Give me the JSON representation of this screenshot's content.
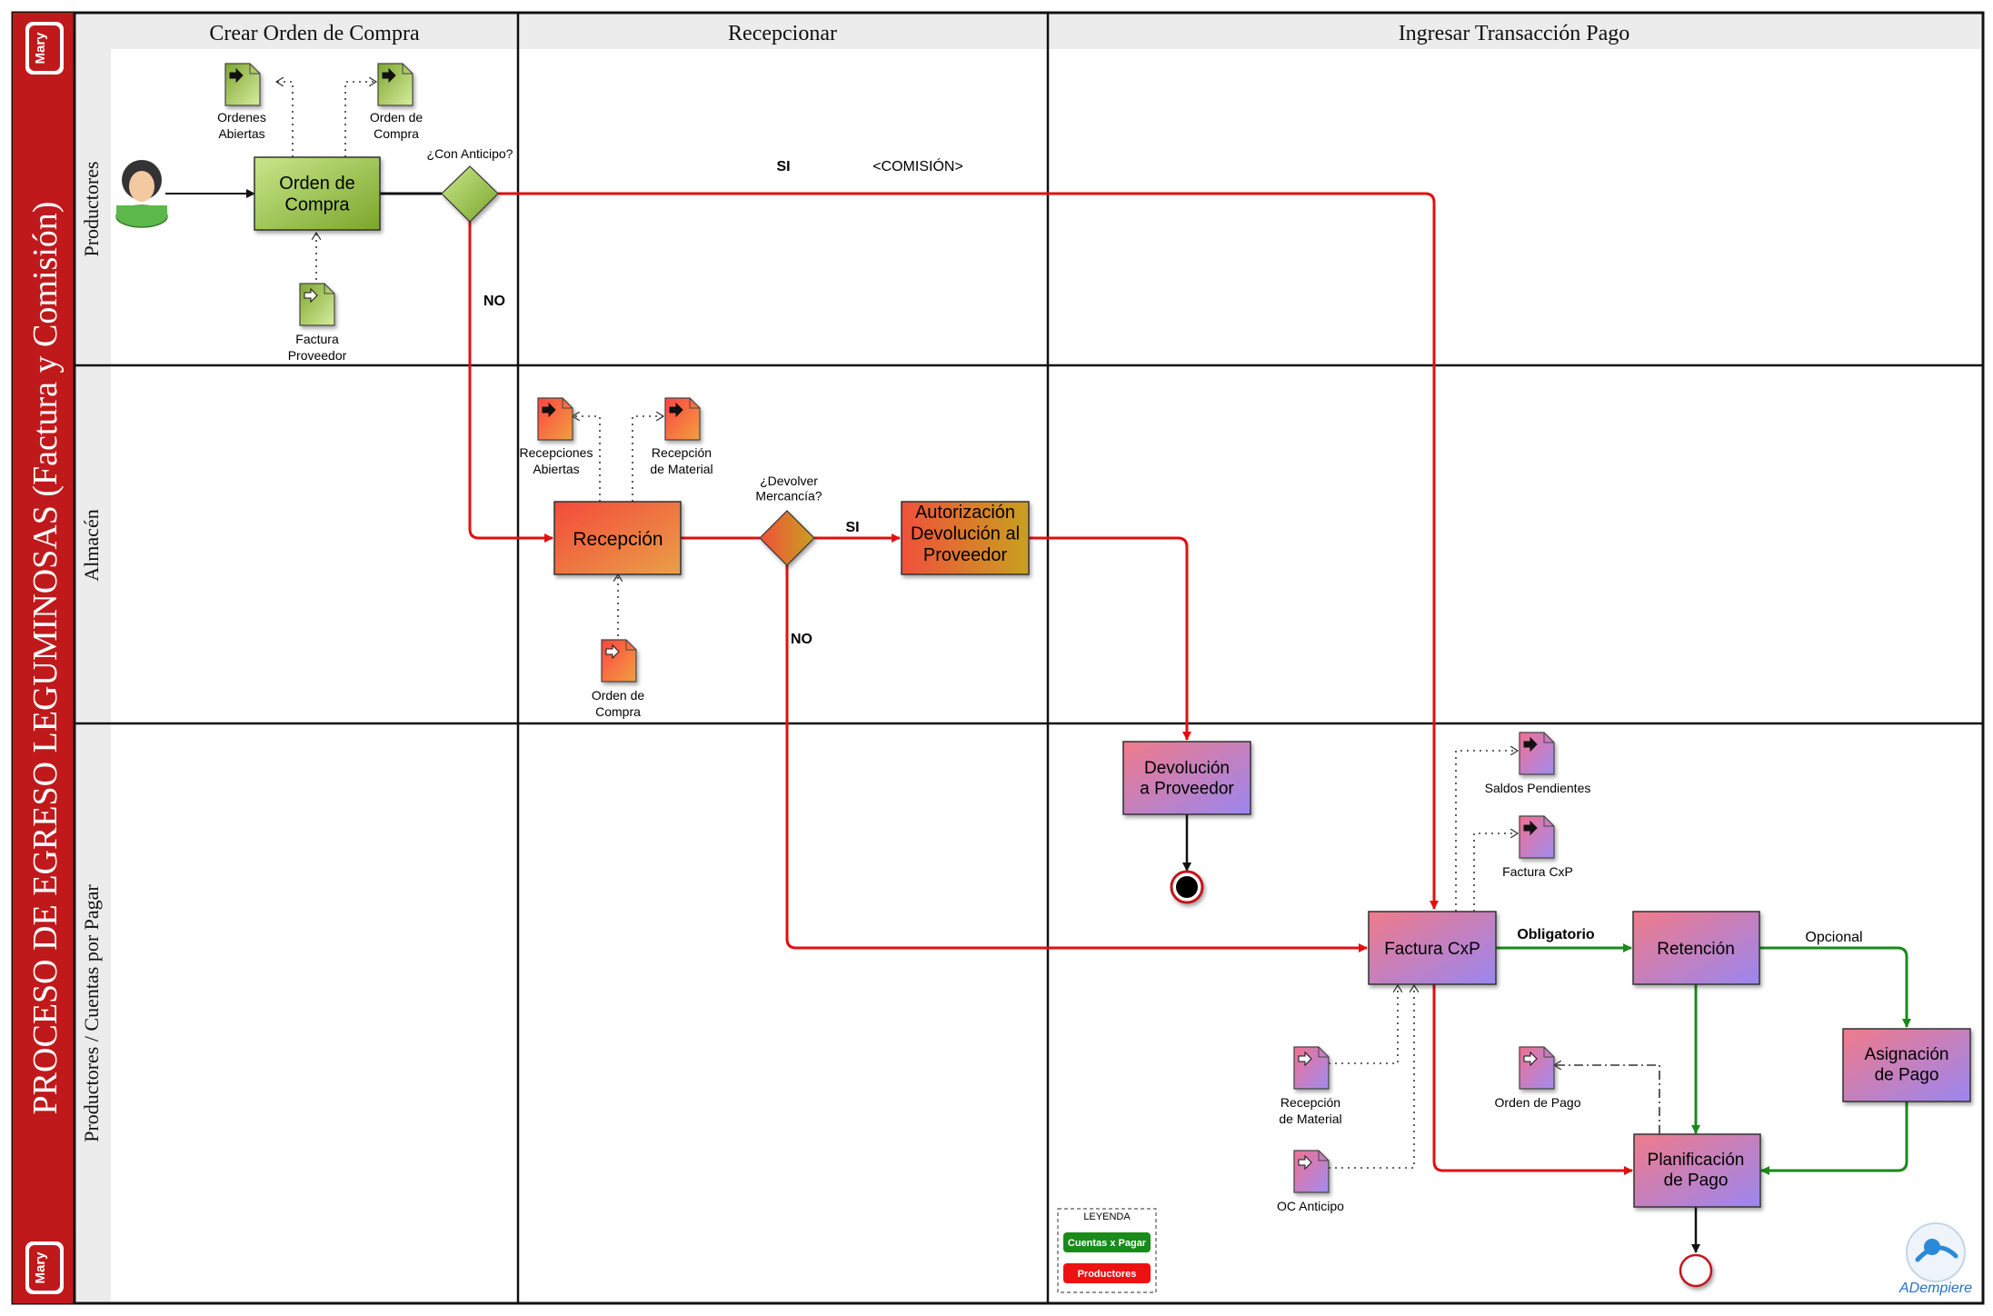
{
  "title": "PROCESO DE EGRESO LEGUMINOSAS (Factura y Comisión)",
  "brand": "Mary",
  "watermark": "ADempiere",
  "lanes": {
    "columns": [
      "Crear Orden de Compra",
      "Recepcionar",
      "Ingresar Transacción Pago"
    ],
    "rows": [
      "Productores",
      "Almacén",
      "Productores / Cuentas por Pagar"
    ]
  },
  "tasks": {
    "orden_compra": "Orden de\nCompra",
    "recepcion": "Recepción",
    "autorizacion": "Autorización\nDevolución al\nProveedor",
    "devolucion": "Devolución\na Proveedor",
    "factura_cxp": "Factura CxP",
    "retencion": "Retención",
    "asignacion": "Asignación\nde Pago",
    "planificacion": "Planificación\nde Pago"
  },
  "gateways": {
    "anticipo": "¿Con Anticipo?",
    "devolver": "¿Devolver\nMercancía?"
  },
  "documents": {
    "ordenes_abiertas": "Ordenes\nAbiertas",
    "orden_compra_out": "Orden de\nCompra",
    "factura_proveedor": "Factura\nProveedor",
    "recepciones_abiertas": "Recepciones\nAbiertas",
    "recepcion_material_out": "Recepción\nde Material",
    "orden_compra_in": "Orden de\nCompra",
    "saldos_pendientes": "Saldos Pendientes",
    "factura_cxp_doc": "Factura CxP",
    "recepcion_material_in": "Recepción\nde Material",
    "oc_anticipo": "OC Anticipo",
    "orden_pago": "Orden de Pago"
  },
  "flow_labels": {
    "si_1": "SI",
    "comision": "<COMISIÓN>",
    "no_1": "NO",
    "si_2": "SI",
    "no_2": "NO",
    "obligatorio": "Obligatorio",
    "opcional": "Opcional"
  },
  "legend": {
    "title": "LEYENDA",
    "items": [
      {
        "label": "Cuentas x Pagar",
        "color": "#1a8a1a"
      },
      {
        "label": "Productores",
        "color": "#ee1111"
      }
    ]
  },
  "colors": {
    "red_flow": "#e01010",
    "green_flow": "#1a8a1a",
    "title_band": "#c0191c",
    "green_task": "#9cc84a",
    "orange_task": "#ef5a3a",
    "purple_task": "#b483d9"
  }
}
